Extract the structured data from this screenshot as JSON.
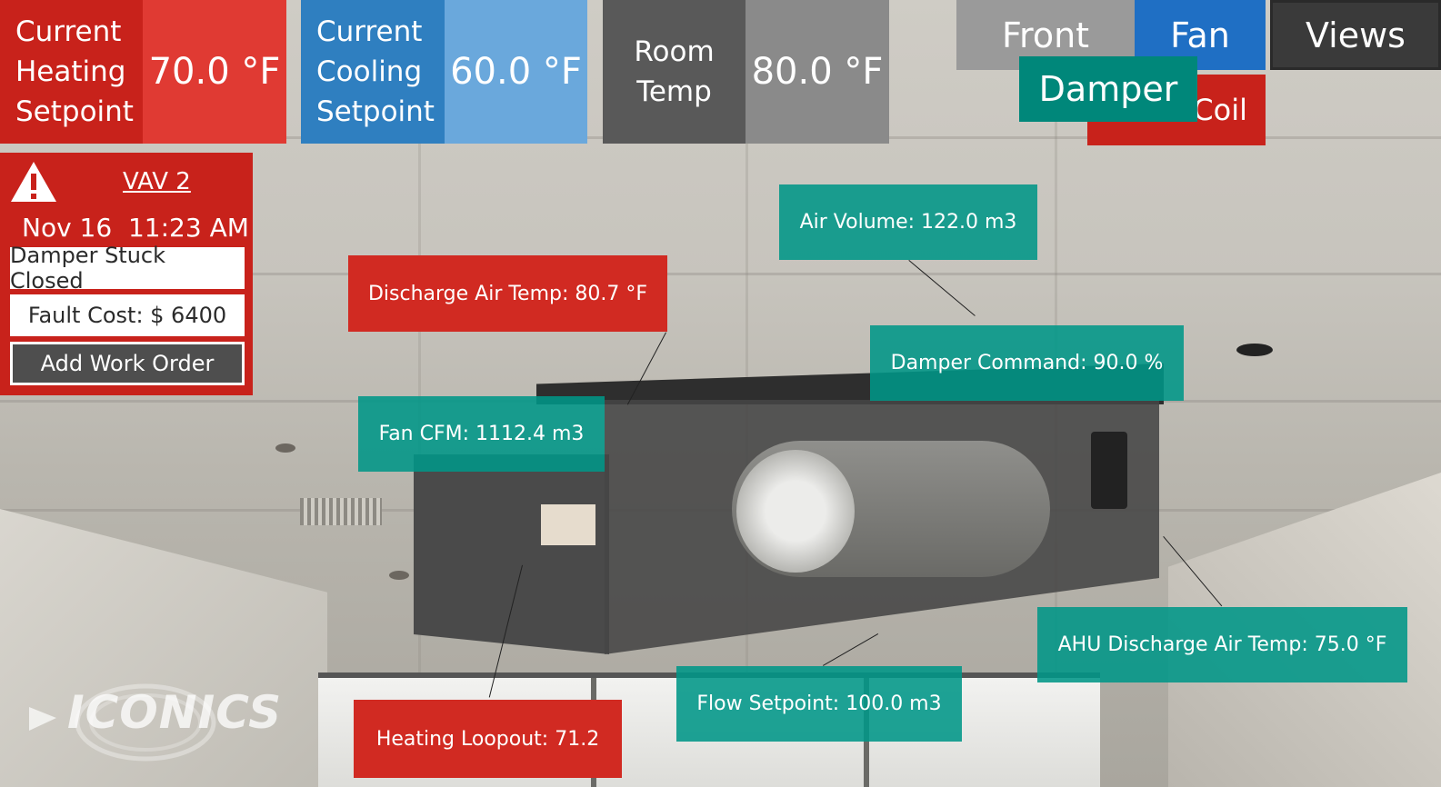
{
  "setpoints": {
    "heating": {
      "label": "Current Heating Setpoint",
      "value": "70.0 °F",
      "label_color": "#c8221b",
      "value_color": "#e03a33"
    },
    "cooling": {
      "label": "Current Cooling Setpoint",
      "value": "60.0 °F",
      "label_color": "#2f7fc0",
      "value_color": "#6aa8dc"
    },
    "room": {
      "label": "Room Temp",
      "value": "80.0 °F",
      "label_color": "#595959",
      "value_color": "#8a8a8a"
    }
  },
  "view_tabs": {
    "front": "Front",
    "fan": "Fan",
    "damper": "Damper",
    "coil": "Coil",
    "views": "Views"
  },
  "alert": {
    "device": "VAV 2",
    "datetime": "Nov 16  11:23 AM",
    "fault": "Damper Stuck Closed",
    "fault_cost": "Fault Cost: $ 6400",
    "action": "Add Work Order"
  },
  "callouts": {
    "air_volume": "Air Volume: 122.0 m3",
    "discharge_air_temp": "Discharge Air Temp: 80.7 °F",
    "damper_command": "Damper Command: 90.0 %",
    "fan_cfm": "Fan CFM: 1112.4 m3",
    "ahu_discharge_air_temp": "AHU Discharge Air Temp: 75.0 °F",
    "flow_setpoint": "Flow Setpoint: 100.0 m3",
    "heating_loopout": "Heating Loopout: 71.2"
  },
  "logo": {
    "text": "ICONICS"
  },
  "colors": {
    "teal": "#009688",
    "red": "#d12a22",
    "blue": "#2f7fc0",
    "dark": "#4e4e4e"
  }
}
